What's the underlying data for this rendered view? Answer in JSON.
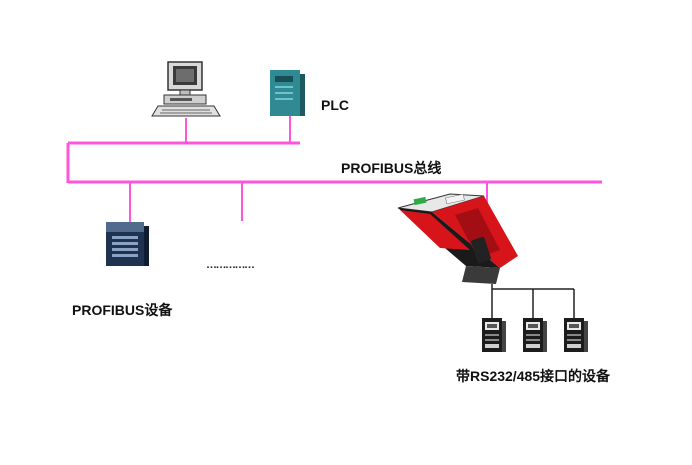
{
  "labels": {
    "plc": "PLC",
    "bus": "PROFIBUS总线",
    "profibus_device": "PROFIBUS设备",
    "rs_device": "带RS232/485接口的设备",
    "ellipsis": "……………"
  },
  "colors": {
    "bus_line": "#ff55dd",
    "serial_line": "#222222",
    "gateway_red": "#d8141b",
    "gateway_black": "#1a1a1a",
    "plc_teal": "#2f8a93",
    "device_dark": "#1f3350"
  },
  "icons": [
    "computer-icon",
    "plc-icon",
    "profibus-device-icon",
    "gateway-icon",
    "rs-device-icon"
  ],
  "rs_device_count": 3
}
